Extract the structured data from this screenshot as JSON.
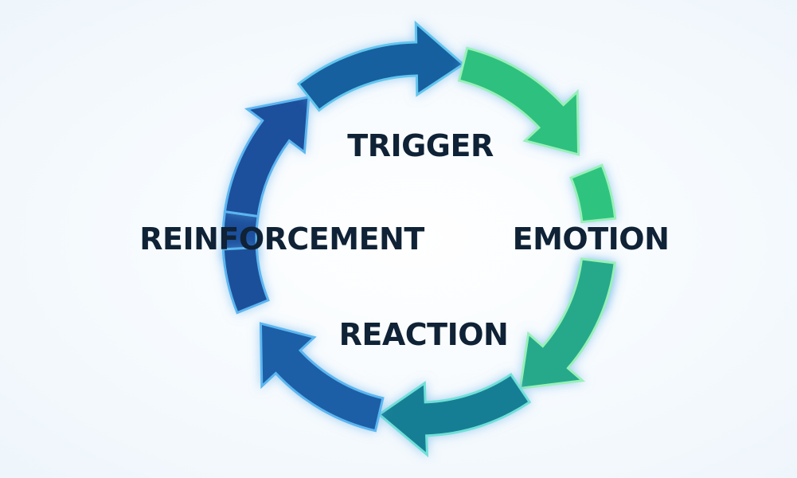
{
  "diagram": {
    "type": "cycle",
    "direction": "clockwise",
    "stages": [
      {
        "id": "trigger",
        "label": "TRIGGER"
      },
      {
        "id": "emotion",
        "label": "EMOTION"
      },
      {
        "id": "reaction",
        "label": "REACTION"
      },
      {
        "id": "reinforcement",
        "label": "REINFORCEMENT"
      }
    ],
    "arrow_count": 6,
    "colors": {
      "background": "#f3f8fc",
      "text": "#0f2236",
      "blue_fill": "#1c4f9c",
      "blue_outline": "#5bb6f0",
      "teal_fill": "#177e94",
      "teal_outline": "#6fe0d8",
      "green_fill": "#2ec07e",
      "green_outline": "#9af0b8"
    }
  }
}
